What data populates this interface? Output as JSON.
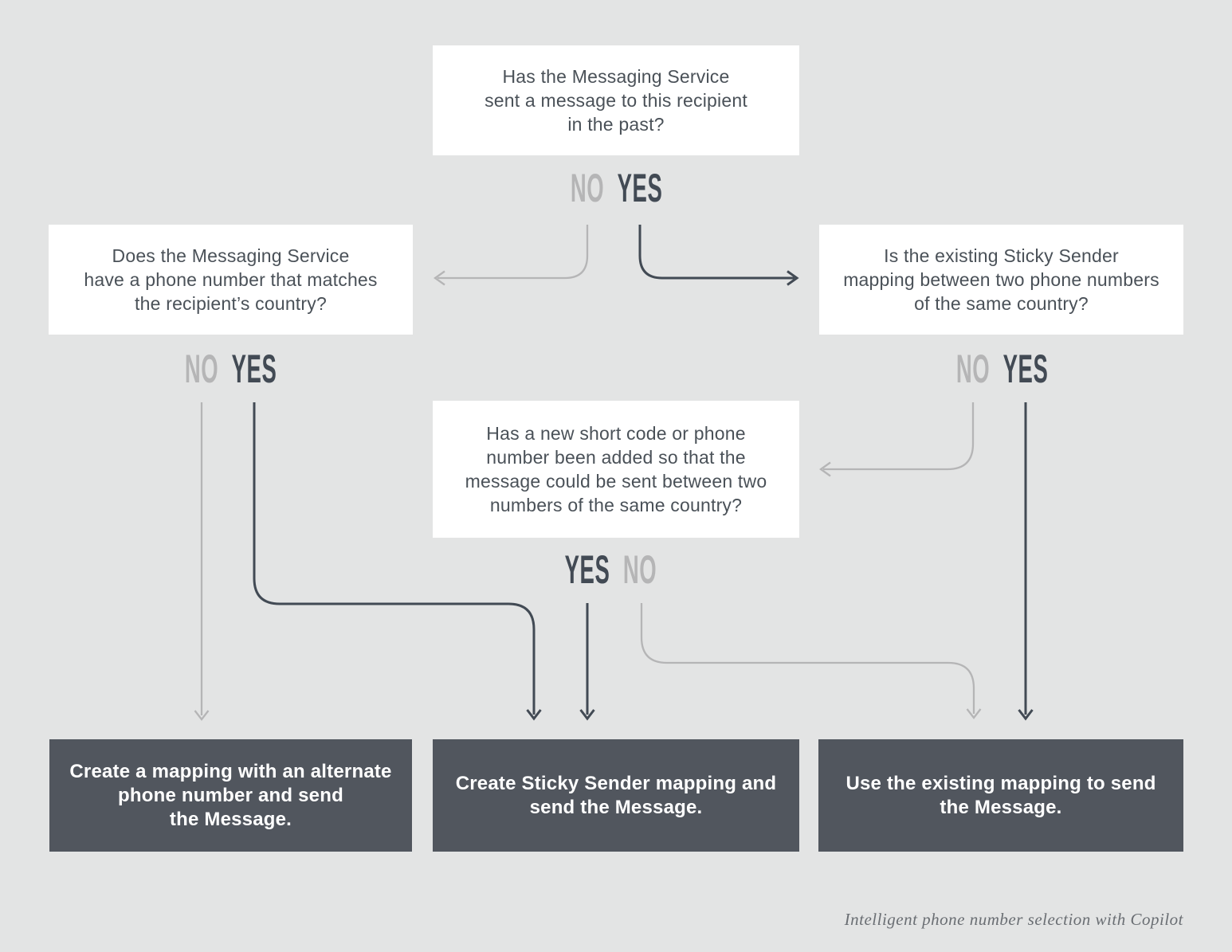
{
  "colors": {
    "background": "#e3e4e4",
    "box_bg": "#ffffff",
    "question_text": "#4a5158",
    "result_bg": "#51565e",
    "result_text": "#ffffff",
    "dark_line": "#424a54",
    "light_line": "#b5b5b6",
    "caption_text": "#6a6e73"
  },
  "nodes": {
    "q_top": {
      "text": "Has the Messaging Service\nsent a message to this recipient\nin the past?"
    },
    "q_left": {
      "text": "Does the Messaging Service\nhave a phone number that matches\nthe recipient’s country?"
    },
    "q_right": {
      "text": "Is the existing Sticky Sender\nmapping between two phone numbers\nof the same country?"
    },
    "q_mid": {
      "text": "Has a new short code or phone\nnumber been added so that the\nmessage could be sent between two\nnumbers of the same country?"
    },
    "r_left": {
      "text": "Create a mapping with an alternate\nphone number and send\nthe Message."
    },
    "r_mid": {
      "text": "Create Sticky Sender mapping and\nsend the Message."
    },
    "r_right": {
      "text": "Use the existing mapping to send\nthe Message."
    }
  },
  "labels": {
    "top_no": "NO",
    "top_yes": "YES",
    "left_no": "NO",
    "left_yes": "YES",
    "right_no": "NO",
    "right_yes": "YES",
    "mid_yes": "YES",
    "mid_no": "NO"
  },
  "caption": "Intelligent phone number selection with Copilot"
}
